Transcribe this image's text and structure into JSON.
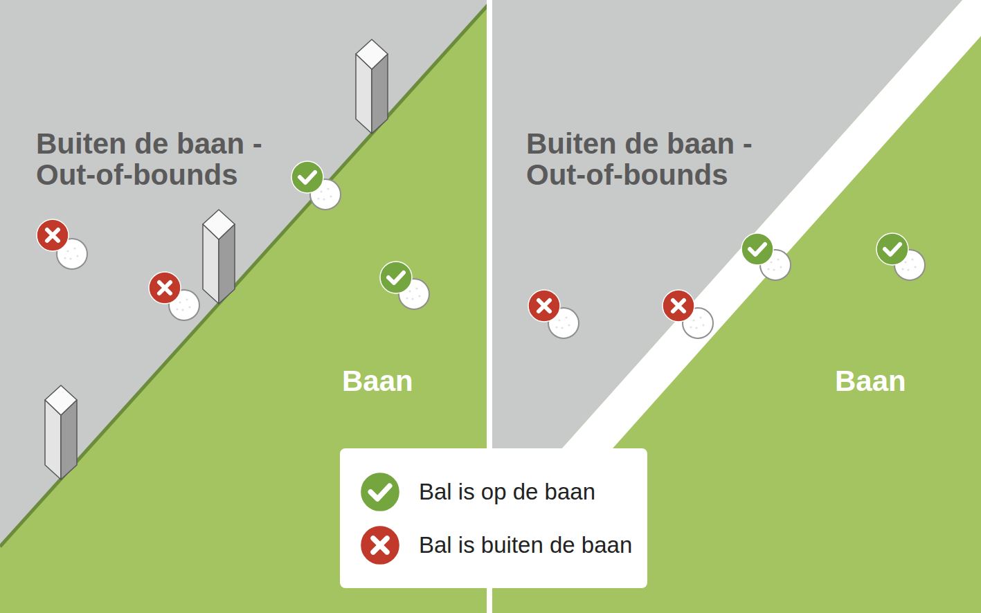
{
  "diagram": {
    "labels": [
      "Buiten de baan - Out-of-bounds",
      "Baan",
      "Buiten de baan - Out-of-bounds",
      "Baan"
    ],
    "legend": [
      {
        "text": "Bal is op de baan"
      },
      {
        "text": "Bal is buiten de baan"
      }
    ]
  }
}
